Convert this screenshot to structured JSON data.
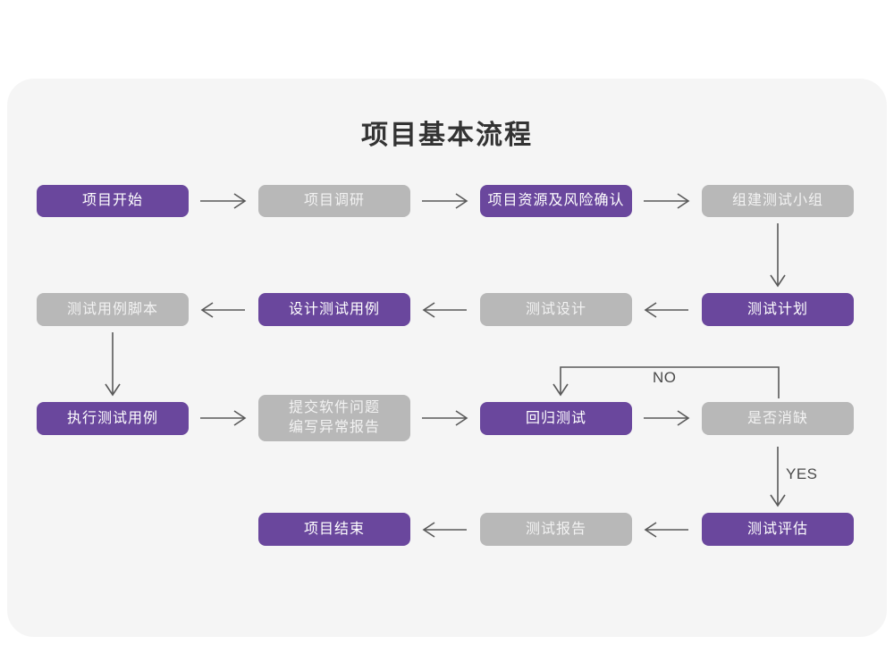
{
  "page": {
    "background_color": "#ffffff",
    "card_background_color": "#f5f5f5"
  },
  "title": "项目基本流程",
  "colors": {
    "accent_purple": "#6a479d",
    "muted_gray": "#b8b8b8",
    "connector": "#595959",
    "title_text": "#333333"
  },
  "nodes": [
    {
      "id": "n1",
      "label": "项目开始",
      "style": "purple",
      "row": 1,
      "col": 1
    },
    {
      "id": "n2",
      "label": "项目调研",
      "style": "gray",
      "row": 1,
      "col": 2
    },
    {
      "id": "n3",
      "label": "项目资源及风险确认",
      "style": "purple",
      "row": 1,
      "col": 3
    },
    {
      "id": "n4",
      "label": "组建测试小组",
      "style": "gray",
      "row": 1,
      "col": 4
    },
    {
      "id": "n5",
      "label": "测试用例脚本",
      "style": "gray",
      "row": 2,
      "col": 1
    },
    {
      "id": "n6",
      "label": "设计测试用例",
      "style": "purple",
      "row": 2,
      "col": 2
    },
    {
      "id": "n7",
      "label": "测试设计",
      "style": "gray",
      "row": 2,
      "col": 3
    },
    {
      "id": "n8",
      "label": "测试计划",
      "style": "purple",
      "row": 2,
      "col": 4
    },
    {
      "id": "n9",
      "label": "执行测试用例",
      "style": "purple",
      "row": 3,
      "col": 1
    },
    {
      "id": "n10",
      "label": "提交软件问题\n编写异常报告",
      "style": "gray",
      "row": 3,
      "col": 2
    },
    {
      "id": "n11",
      "label": "回归测试",
      "style": "purple",
      "row": 3,
      "col": 3
    },
    {
      "id": "n12",
      "label": "是否消缺",
      "style": "gray",
      "row": 3,
      "col": 4
    },
    {
      "id": "n13",
      "label": "项目结束",
      "style": "purple",
      "row": 4,
      "col": 2
    },
    {
      "id": "n14",
      "label": "测试报告",
      "style": "gray",
      "row": 4,
      "col": 3
    },
    {
      "id": "n15",
      "label": "测试评估",
      "style": "purple",
      "row": 4,
      "col": 4
    }
  ],
  "edge_labels": {
    "no": "NO",
    "yes": "YES"
  }
}
